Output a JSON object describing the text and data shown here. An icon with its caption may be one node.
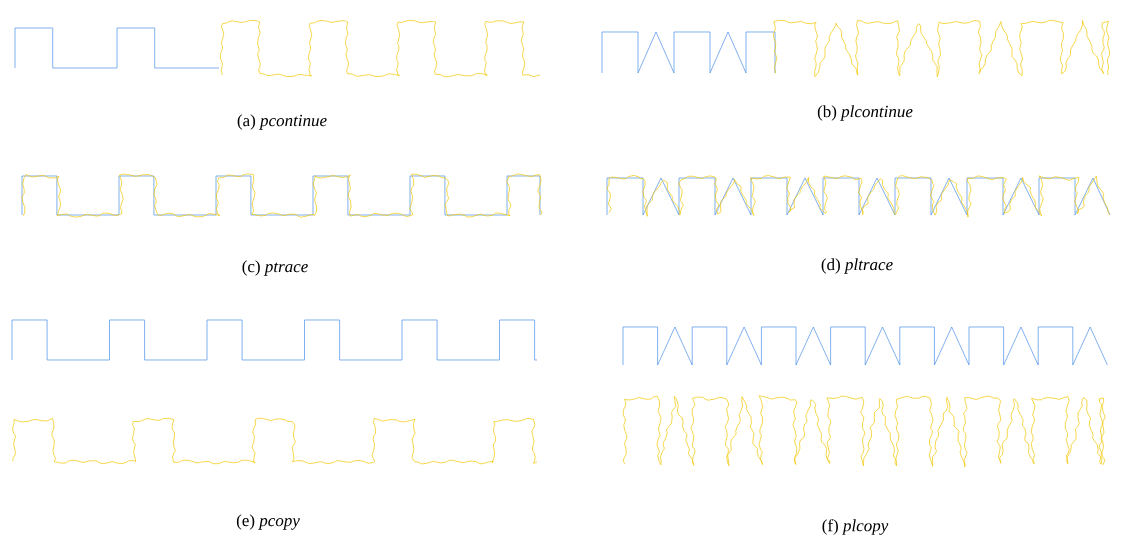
{
  "diagram": {
    "labels": [
      "(a) *pcontinue*",
      "(b) *plcontinue*",
      "(c) *ptrace*",
      "(d) *pltrace*",
      "(e) *pcopy*",
      "(f) *plcopy*"
    ]
  }
}
